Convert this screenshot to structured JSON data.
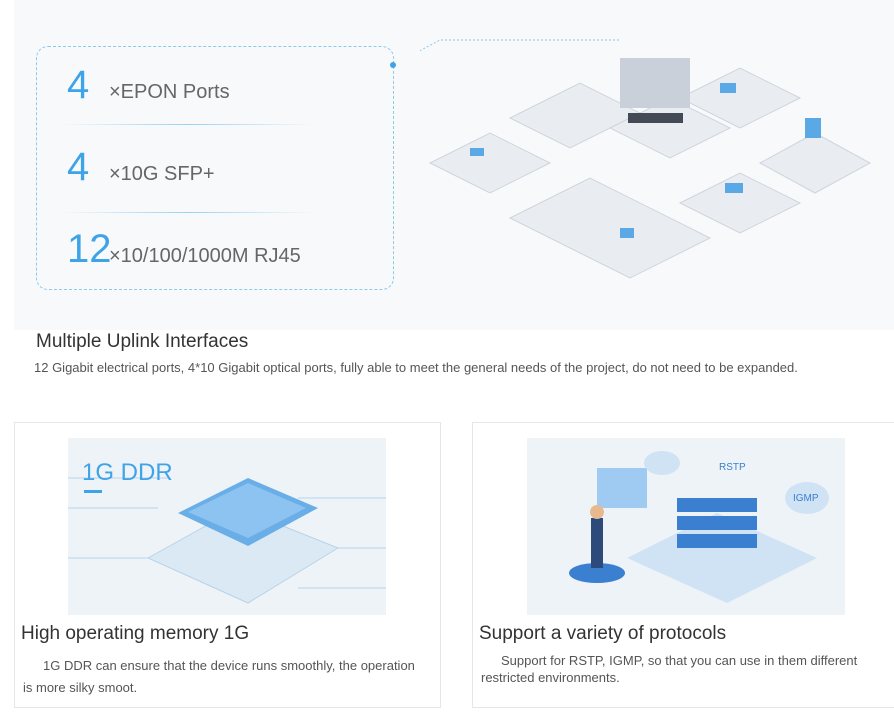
{
  "specs": [
    {
      "num": "4",
      "label": "×EPON Ports"
    },
    {
      "num": "4",
      "label": "×10G SFP+"
    },
    {
      "num": "12",
      "label": "×10/100/1000M RJ45"
    }
  ],
  "uplink": {
    "title": "Multiple Uplink Interfaces",
    "desc": "12 Gigabit electrical ports, 4*10 Gigabit optical ports, fully able to meet the general needs of the project, do not need to be expanded."
  },
  "cards": [
    {
      "image_label": "1G DDR",
      "title": "High operating memory 1G",
      "desc": "1G DDR can ensure that the device runs smoothly, the operation is more silky smoot."
    },
    {
      "image_labels": [
        "RSTP",
        "IGMP"
      ],
      "title": "Support a variety of protocols",
      "desc": "Support for RSTP, IGMP, so that you can use in them different restricted environments."
    }
  ],
  "colors": {
    "accent": "#3fa3e8",
    "banner_bg": "#f8f9fb"
  }
}
